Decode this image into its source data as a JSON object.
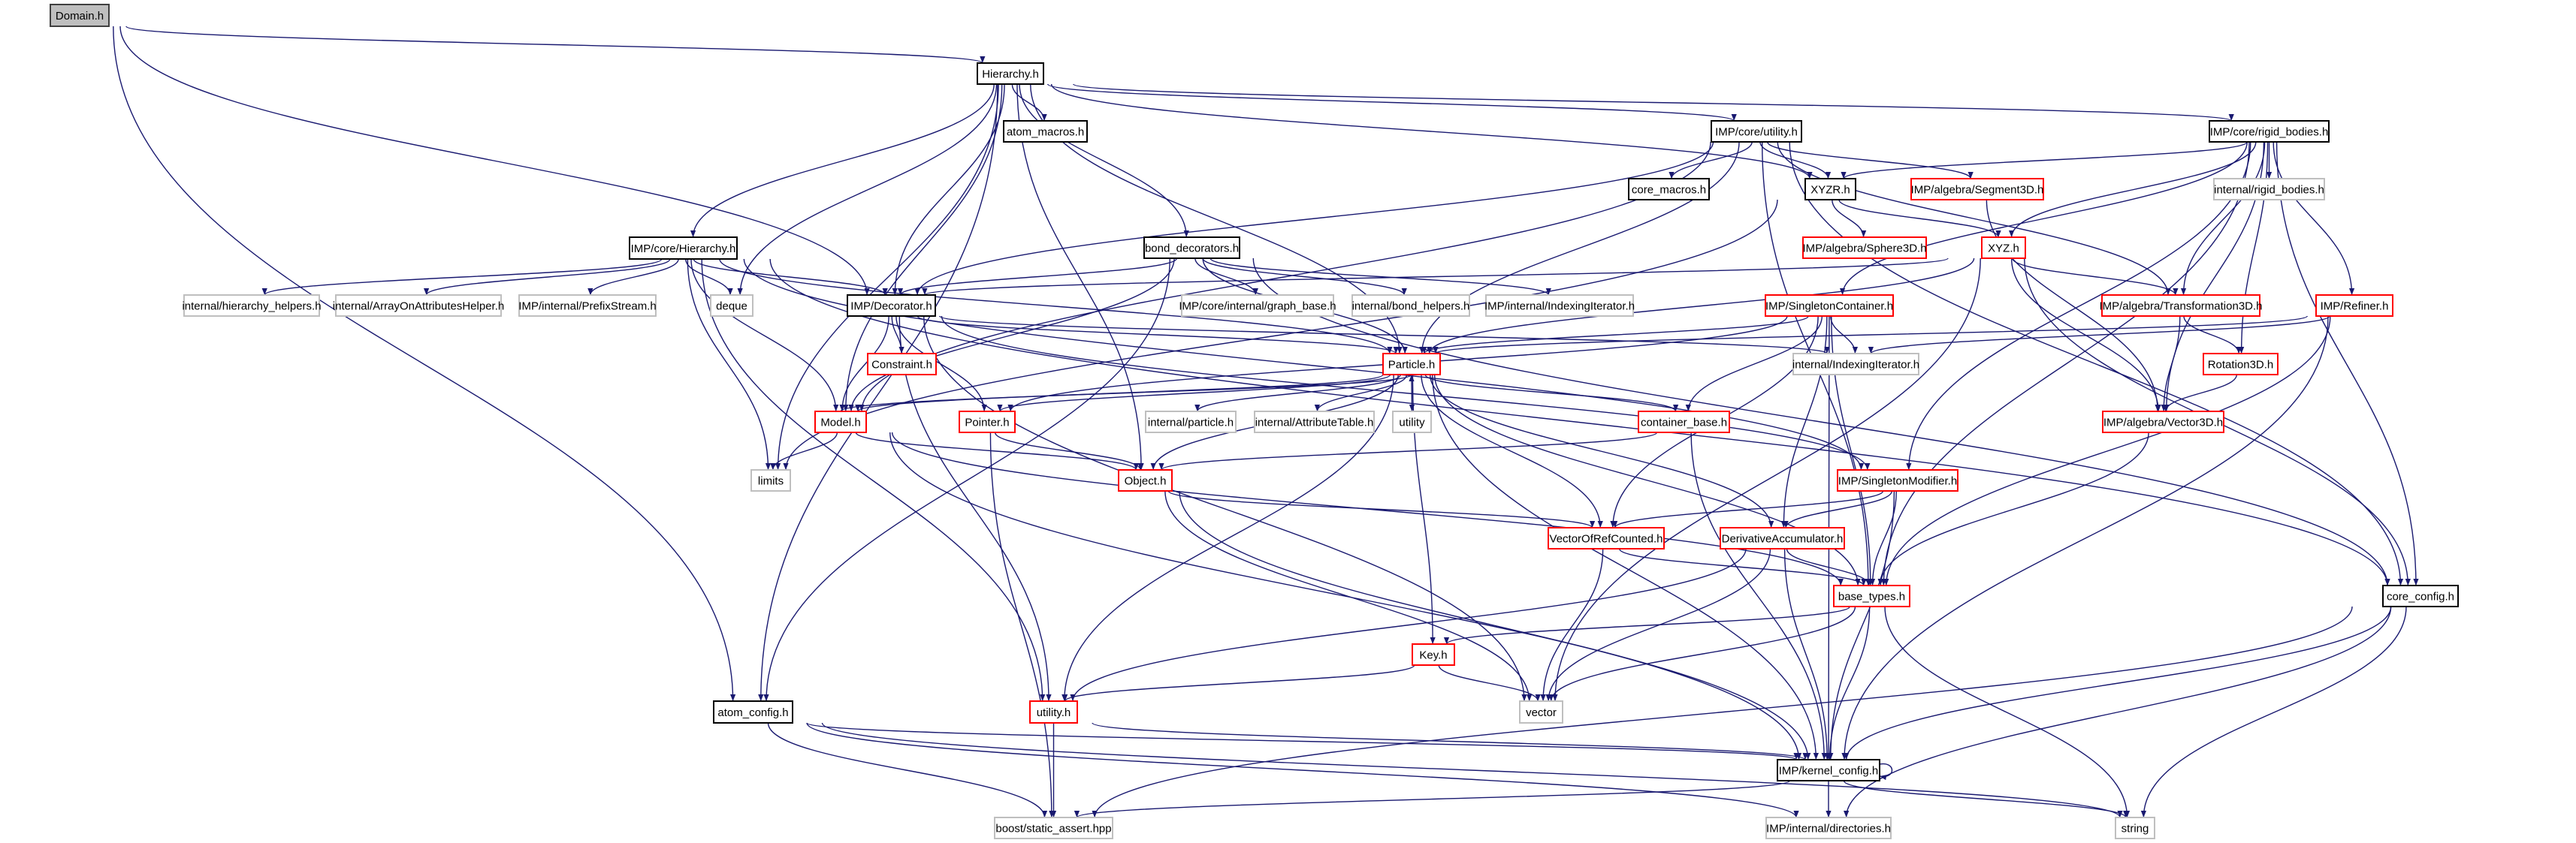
{
  "title": "Domain.h include dependency graph",
  "colors": {
    "edge": "#191970",
    "root_fill": "#bfbfbf",
    "normal_border": "#000000",
    "truncated_border": "#ff0000",
    "external_border": "#bfbfbf"
  },
  "nodes": [
    {
      "id": "domain",
      "label": "Domain.h",
      "kind": "root"
    },
    {
      "id": "hierarchy",
      "label": "Hierarchy.h",
      "kind": "normal"
    },
    {
      "id": "atom_macros",
      "label": "atom_macros.h",
      "kind": "normal"
    },
    {
      "id": "core_utility",
      "label": "IMP/core/utility.h",
      "kind": "normal"
    },
    {
      "id": "rigid_bodies",
      "label": "IMP/core/rigid_bodies.h",
      "kind": "normal"
    },
    {
      "id": "core_macros",
      "label": "core_macros.h",
      "kind": "normal"
    },
    {
      "id": "xyzr",
      "label": "XYZR.h",
      "kind": "normal"
    },
    {
      "id": "segment3d",
      "label": "IMP/algebra/Segment3D.h",
      "kind": "truncated"
    },
    {
      "id": "internal_rigid",
      "label": "internal/rigid_bodies.h",
      "kind": "external"
    },
    {
      "id": "core_hierarchy",
      "label": "IMP/core/Hierarchy.h",
      "kind": "normal"
    },
    {
      "id": "bond_decorators",
      "label": "bond_decorators.h",
      "kind": "normal"
    },
    {
      "id": "sphere3d",
      "label": "IMP/algebra/Sphere3D.h",
      "kind": "truncated"
    },
    {
      "id": "xyz",
      "label": "XYZ.h",
      "kind": "truncated"
    },
    {
      "id": "hierarchy_helpers",
      "label": "internal/hierarchy_helpers.h",
      "kind": "external"
    },
    {
      "id": "array_helper",
      "label": "internal/ArrayOnAttributesHelper.h",
      "kind": "external"
    },
    {
      "id": "prefix_stream",
      "label": "IMP/internal/PrefixStream.h",
      "kind": "external"
    },
    {
      "id": "deque",
      "label": "deque",
      "kind": "external"
    },
    {
      "id": "decorator",
      "label": "IMP/Decorator.h",
      "kind": "normal"
    },
    {
      "id": "graph_base",
      "label": "IMP/core/internal/graph_base.h",
      "kind": "external"
    },
    {
      "id": "bond_helpers",
      "label": "internal/bond_helpers.h",
      "kind": "external"
    },
    {
      "id": "imp_indexing",
      "label": "IMP/internal/IndexingIterator.h",
      "kind": "external"
    },
    {
      "id": "singleton_container",
      "label": "IMP/SingletonContainer.h",
      "kind": "truncated"
    },
    {
      "id": "transformation3d",
      "label": "IMP/algebra/Transformation3D.h",
      "kind": "truncated"
    },
    {
      "id": "refiner",
      "label": "IMP/Refiner.h",
      "kind": "truncated"
    },
    {
      "id": "constraint",
      "label": "Constraint.h",
      "kind": "truncated"
    },
    {
      "id": "particle",
      "label": "Particle.h",
      "kind": "truncated"
    },
    {
      "id": "internal_indexing",
      "label": "internal/IndexingIterator.h",
      "kind": "external"
    },
    {
      "id": "rotation3d",
      "label": "Rotation3D.h",
      "kind": "truncated"
    },
    {
      "id": "model",
      "label": "Model.h",
      "kind": "truncated"
    },
    {
      "id": "pointer",
      "label": "Pointer.h",
      "kind": "truncated"
    },
    {
      "id": "internal_particle",
      "label": "internal/particle.h",
      "kind": "external"
    },
    {
      "id": "attribute_table",
      "label": "internal/AttributeTable.h",
      "kind": "external"
    },
    {
      "id": "utility_std",
      "label": "utility",
      "kind": "external"
    },
    {
      "id": "container_base",
      "label": "container_base.h",
      "kind": "truncated"
    },
    {
      "id": "vector3d",
      "label": "IMP/algebra/Vector3D.h",
      "kind": "truncated"
    },
    {
      "id": "limits",
      "label": "limits",
      "kind": "external"
    },
    {
      "id": "object",
      "label": "Object.h",
      "kind": "truncated"
    },
    {
      "id": "singleton_modifier",
      "label": "IMP/SingletonModifier.h",
      "kind": "truncated"
    },
    {
      "id": "vorc",
      "label": "VectorOfRefCounted.h",
      "kind": "truncated"
    },
    {
      "id": "deriv",
      "label": "DerivativeAccumulator.h",
      "kind": "truncated"
    },
    {
      "id": "base_types",
      "label": "base_types.h",
      "kind": "truncated"
    },
    {
      "id": "core_config",
      "label": "core_config.h",
      "kind": "normal"
    },
    {
      "id": "key",
      "label": "Key.h",
      "kind": "truncated"
    },
    {
      "id": "atom_config",
      "label": "atom_config.h",
      "kind": "normal"
    },
    {
      "id": "utility_h",
      "label": "utility.h",
      "kind": "truncated"
    },
    {
      "id": "vector",
      "label": "vector",
      "kind": "external"
    },
    {
      "id": "kernel_config",
      "label": "IMP/kernel_config.h",
      "kind": "normal"
    },
    {
      "id": "static_assert",
      "label": "boost/static_assert.hpp",
      "kind": "external"
    },
    {
      "id": "directories",
      "label": "IMP/internal/directories.h",
      "kind": "external"
    },
    {
      "id": "string",
      "label": "string",
      "kind": "external"
    }
  ],
  "edges": [
    [
      "domain",
      "hierarchy"
    ],
    [
      "domain",
      "atom_config"
    ],
    [
      "domain",
      "decorator"
    ],
    [
      "hierarchy",
      "atom_macros"
    ],
    [
      "hierarchy",
      "bond_decorators"
    ],
    [
      "hierarchy",
      "core_utility"
    ],
    [
      "hierarchy",
      "rigid_bodies"
    ],
    [
      "hierarchy",
      "xyzr"
    ],
    [
      "hierarchy",
      "core_hierarchy"
    ],
    [
      "hierarchy",
      "deque"
    ],
    [
      "hierarchy",
      "model"
    ],
    [
      "hierarchy",
      "atom_config"
    ],
    [
      "hierarchy",
      "particle"
    ],
    [
      "hierarchy",
      "decorator"
    ],
    [
      "hierarchy",
      "limits"
    ],
    [
      "hierarchy",
      "object"
    ],
    [
      "core_hierarchy",
      "hierarchy_helpers"
    ],
    [
      "core_hierarchy",
      "array_helper"
    ],
    [
      "core_hierarchy",
      "prefix_stream"
    ],
    [
      "core_hierarchy",
      "deque"
    ],
    [
      "core_hierarchy",
      "decorator"
    ],
    [
      "core_hierarchy",
      "particle"
    ],
    [
      "core_hierarchy",
      "model"
    ],
    [
      "core_hierarchy",
      "limits"
    ],
    [
      "core_hierarchy",
      "core_config"
    ],
    [
      "core_hierarchy",
      "singleton_modifier"
    ],
    [
      "core_hierarchy",
      "utility_h"
    ],
    [
      "bond_decorators",
      "graph_base"
    ],
    [
      "bond_decorators",
      "bond_helpers"
    ],
    [
      "bond_decorators",
      "imp_indexing"
    ],
    [
      "bond_decorators",
      "decorator"
    ],
    [
      "bond_decorators",
      "particle"
    ],
    [
      "bond_decorators",
      "model"
    ],
    [
      "bond_decorators",
      "core_config"
    ],
    [
      "bond_decorators",
      "atom_config"
    ],
    [
      "core_utility",
      "core_macros"
    ],
    [
      "core_utility",
      "xyzr"
    ],
    [
      "core_utility",
      "segment3d"
    ],
    [
      "core_utility",
      "particle"
    ],
    [
      "core_utility",
      "model"
    ],
    [
      "core_utility",
      "base_types"
    ],
    [
      "core_utility",
      "transformation3d"
    ],
    [
      "core_utility",
      "core_config"
    ],
    [
      "core_utility",
      "decorator"
    ],
    [
      "rigid_bodies",
      "xyzr"
    ],
    [
      "rigid_bodies",
      "xyz"
    ],
    [
      "rigid_bodies",
      "internal_rigid"
    ],
    [
      "rigid_bodies",
      "transformation3d"
    ],
    [
      "rigid_bodies",
      "rotation3d"
    ],
    [
      "rigid_bodies",
      "refiner"
    ],
    [
      "rigid_bodies",
      "core_config"
    ],
    [
      "rigid_bodies",
      "singleton_container"
    ],
    [
      "rigid_bodies",
      "singleton_modifier"
    ],
    [
      "rigid_bodies",
      "vector3d"
    ],
    [
      "rigid_bodies",
      "base_types"
    ],
    [
      "xyzr",
      "xyz"
    ],
    [
      "xyzr",
      "sphere3d"
    ],
    [
      "xyzr",
      "limits"
    ],
    [
      "xyz",
      "decorator"
    ],
    [
      "xyz",
      "particle"
    ],
    [
      "xyz",
      "vector3d"
    ],
    [
      "xyz",
      "transformation3d"
    ],
    [
      "xyz",
      "core_config"
    ],
    [
      "xyz",
      "vector"
    ],
    [
      "segment3d",
      "vector3d"
    ],
    [
      "transformation3d",
      "rotation3d"
    ],
    [
      "transformation3d",
      "vector3d"
    ],
    [
      "rotation3d",
      "vector3d"
    ],
    [
      "vector3d",
      "base_types"
    ],
    [
      "refiner",
      "particle"
    ],
    [
      "refiner",
      "internal_indexing"
    ],
    [
      "refiner",
      "base_types"
    ],
    [
      "refiner",
      "kernel_config"
    ],
    [
      "singleton_container",
      "particle"
    ],
    [
      "singleton_container",
      "internal_indexing"
    ],
    [
      "singleton_container",
      "container_base"
    ],
    [
      "singleton_container",
      "vorc"
    ],
    [
      "singleton_container",
      "base_types"
    ],
    [
      "singleton_container",
      "deriv"
    ],
    [
      "singleton_container",
      "kernel_config"
    ],
    [
      "singleton_container",
      "pointer"
    ],
    [
      "decorator",
      "constraint"
    ],
    [
      "decorator",
      "particle"
    ],
    [
      "decorator",
      "model"
    ],
    [
      "decorator",
      "pointer"
    ],
    [
      "decorator",
      "utility_h"
    ],
    [
      "decorator",
      "vector"
    ],
    [
      "decorator",
      "internal_indexing"
    ],
    [
      "decorator",
      "singleton_modifier"
    ],
    [
      "particle",
      "model"
    ],
    [
      "particle",
      "pointer"
    ],
    [
      "particle",
      "object"
    ],
    [
      "particle",
      "internal_particle"
    ],
    [
      "particle",
      "attribute_table"
    ],
    [
      "particle",
      "utility_std"
    ],
    [
      "particle",
      "container_base"
    ],
    [
      "particle",
      "key"
    ],
    [
      "particle",
      "vorc"
    ],
    [
      "particle",
      "deriv"
    ],
    [
      "particle",
      "base_types"
    ],
    [
      "particle",
      "utility_h"
    ],
    [
      "particle",
      "kernel_config"
    ],
    [
      "model",
      "limits"
    ],
    [
      "model",
      "object"
    ],
    [
      "model",
      "base_types"
    ],
    [
      "model",
      "kernel_config"
    ],
    [
      "model",
      "particle"
    ],
    [
      "pointer",
      "object"
    ],
    [
      "pointer",
      "static_assert"
    ],
    [
      "container_base",
      "object"
    ],
    [
      "container_base",
      "kernel_config"
    ],
    [
      "object",
      "vorc"
    ],
    [
      "object",
      "vector"
    ],
    [
      "object",
      "kernel_config"
    ],
    [
      "singleton_modifier",
      "vorc"
    ],
    [
      "singleton_modifier",
      "deriv"
    ],
    [
      "singleton_modifier",
      "base_types"
    ],
    [
      "singleton_modifier",
      "kernel_config"
    ],
    [
      "vorc",
      "base_types"
    ],
    [
      "vorc",
      "vector"
    ],
    [
      "deriv",
      "base_types"
    ],
    [
      "deriv",
      "utility_h"
    ],
    [
      "deriv",
      "vector"
    ],
    [
      "deriv",
      "kernel_config"
    ],
    [
      "base_types",
      "key"
    ],
    [
      "base_types",
      "vector"
    ],
    [
      "base_types",
      "kernel_config"
    ],
    [
      "base_types",
      "string"
    ],
    [
      "key",
      "utility_h"
    ],
    [
      "key",
      "vector"
    ],
    [
      "utility_h",
      "static_assert"
    ],
    [
      "utility_h",
      "kernel_config"
    ],
    [
      "atom_config",
      "kernel_config"
    ],
    [
      "atom_config",
      "static_assert"
    ],
    [
      "atom_config",
      "directories"
    ],
    [
      "atom_config",
      "string"
    ],
    [
      "core_config",
      "kernel_config"
    ],
    [
      "core_config",
      "static_assert"
    ],
    [
      "core_config",
      "directories"
    ],
    [
      "core_config",
      "string"
    ],
    [
      "kernel_config",
      "kernel_config"
    ],
    [
      "kernel_config",
      "directories"
    ],
    [
      "kernel_config",
      "string"
    ],
    [
      "kernel_config",
      "static_assert"
    ]
  ]
}
